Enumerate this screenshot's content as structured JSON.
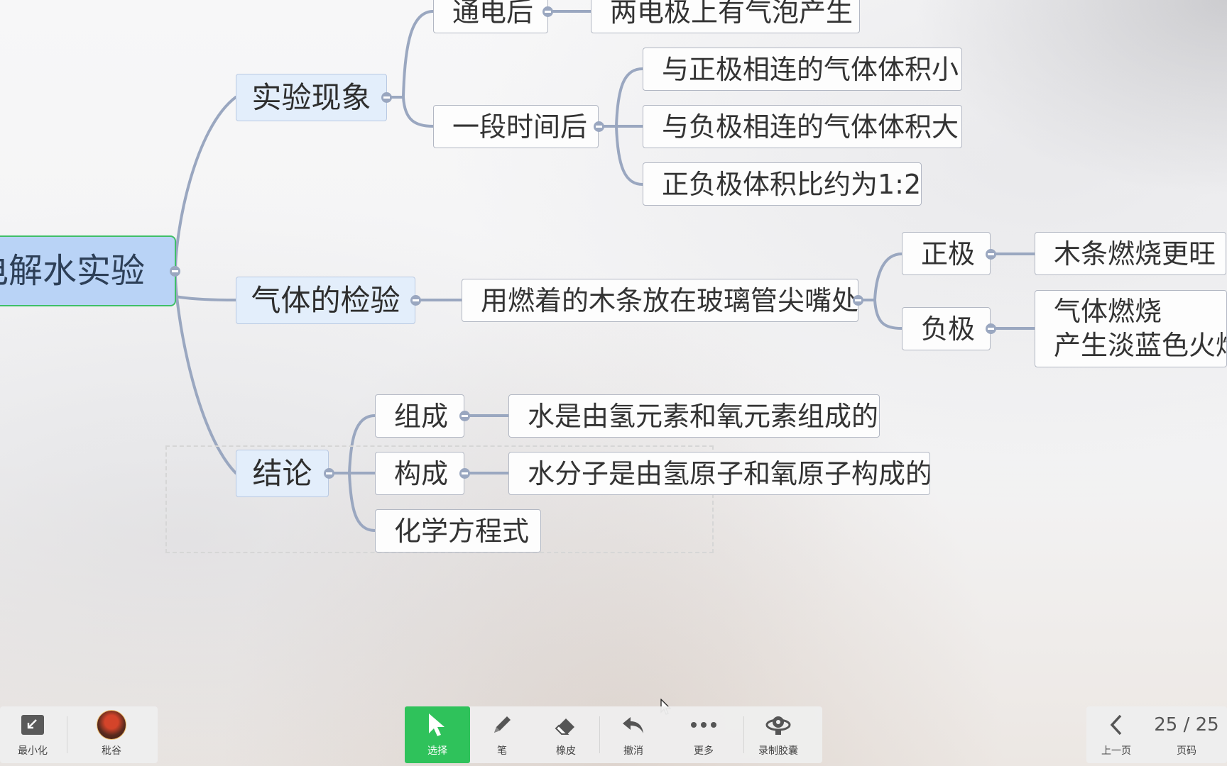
{
  "mindmap": {
    "root": "电解水实验",
    "phenomena": {
      "label": "实验现象",
      "after_power": "通电后",
      "after_power_result": "两电极上有气泡产生",
      "after_time": "一段时间后",
      "results": [
        "与正极相连的气体体积小",
        "与负极相连的气体体积大",
        "正负极体积比约为1:2"
      ]
    },
    "gas_test": {
      "label": "气体的检验",
      "method": "用燃着的木条放在玻璃管尖嘴处",
      "positive": "正极",
      "positive_result": "木条燃烧更旺",
      "negative": "负极",
      "negative_result_line1": "气体燃烧",
      "negative_result_line2": "产生淡蓝色火焰"
    },
    "conclusion": {
      "label": "结论",
      "composition": "组成",
      "composition_result": "水是由氢元素和氧元素组成的",
      "structure": "构成",
      "structure_result": "水分子是由氢原子和氧原子构成的",
      "equation": "化学方程式"
    }
  },
  "toolbar": {
    "minimize": "最小化",
    "user": "秕谷",
    "select": "选择",
    "pen": "笔",
    "eraser": "橡皮",
    "undo": "撤消",
    "more": "更多",
    "record": "录制胶囊",
    "prev": "上一页",
    "page_label": "页码",
    "page_current": "25",
    "page_total": "25"
  },
  "colors": {
    "connector": "#9aa7c0",
    "root_fill": "#b9d3f6",
    "root_border": "#3fbf68",
    "level1_fill": "#e3eefb",
    "active_tool": "#2fc25b"
  }
}
